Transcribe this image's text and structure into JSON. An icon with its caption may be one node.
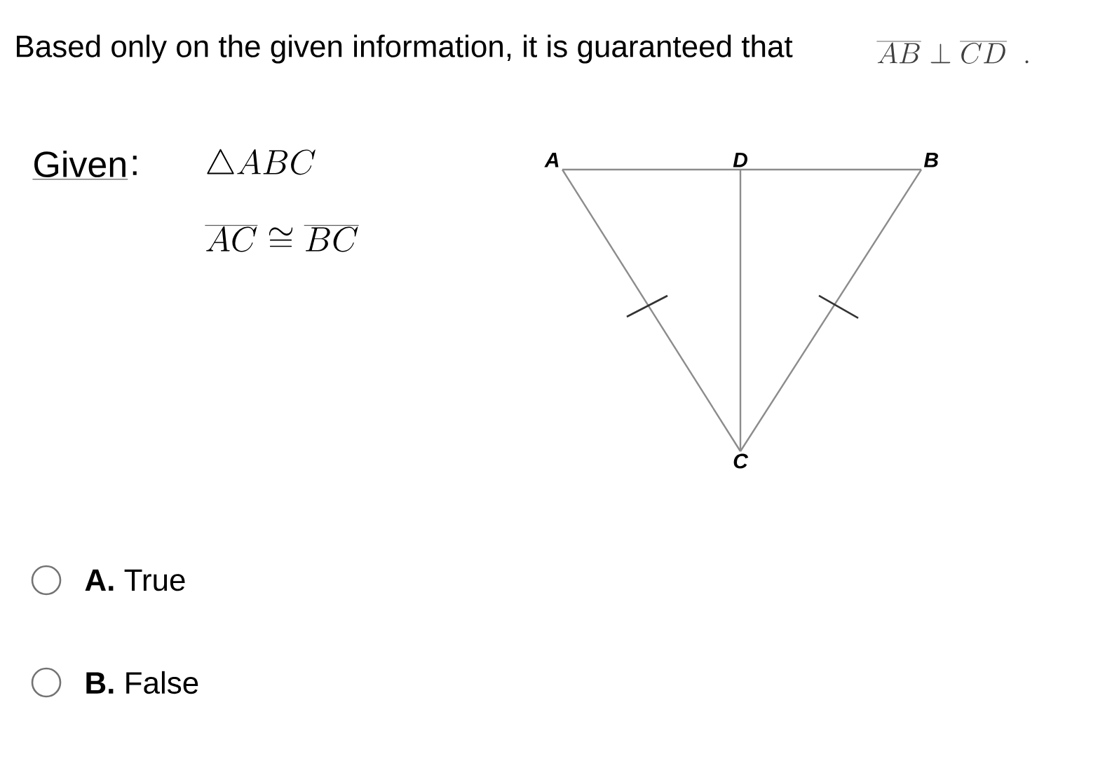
{
  "diagram": {
    "title": "Based only on the given information, it is guaranteed that",
    "nodes": [
      {
        "text": [
          "A"
        ]
      },
      {
        "text": [
          "D"
        ]
      },
      {
        "text": [
          "B"
        ]
      },
      {
        "text": [
          "C"
        ]
      }
    ],
    "edges": [
      {
        "from": 0,
        "to": 1,
        "arrow": "none"
      },
      {
        "from": 1,
        "to": 2,
        "arrow": "none"
      },
      {
        "from": 0,
        "to": 3,
        "arrow": "none"
      },
      {
        "from": 2,
        "to": 3,
        "arrow": "none"
      },
      {
        "from": 1,
        "to": 3,
        "arrow": "none"
      }
    ],
    "labels": [
      "\\overline{AB} \\perp \\overline{CD}\\;\\;.",
      "Given",
      ":",
      "\\triangle ABC",
      "\\overline{AC} \\cong \\overline{BC}",
      "**A.** True",
      "**B.** False"
    ]
  }
}
